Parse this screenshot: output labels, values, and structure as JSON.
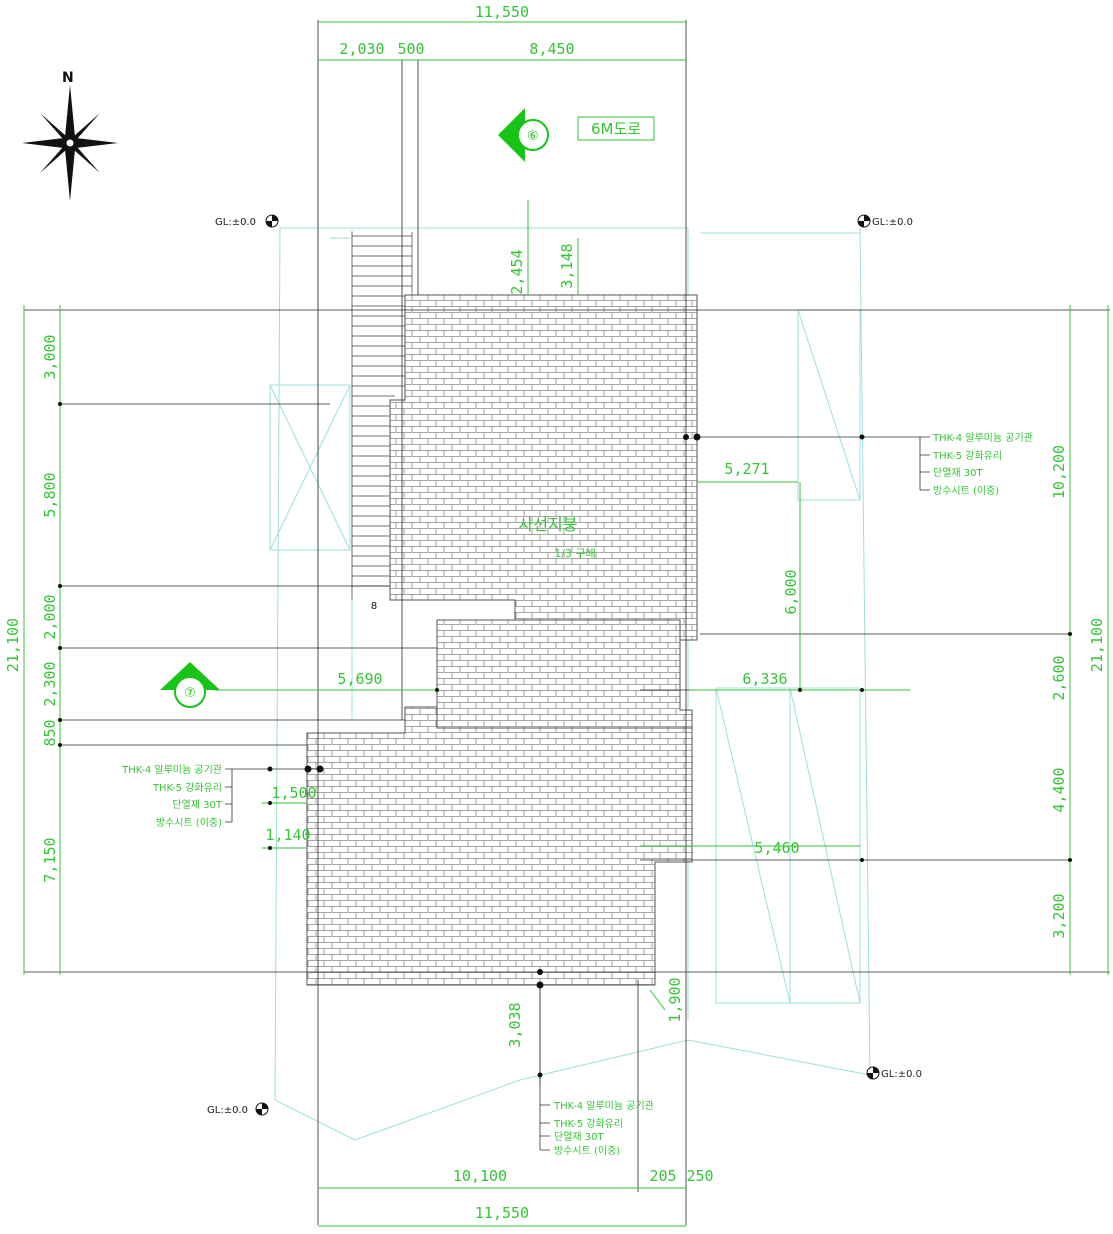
{
  "colors": {
    "dimension": "#35c535",
    "cyan_lines": "#9fdede",
    "roof_lines": "#7a7a7a",
    "ink": "#111111",
    "section_marker": "#18c418"
  },
  "top_dimensions": {
    "total": "11,550",
    "seg1": "2,030",
    "seg2": "500",
    "seg3": "8,450"
  },
  "bottom_dimensions": {
    "total": "11,550",
    "seg1": "10,100",
    "seg2": "205",
    "seg3": "250"
  },
  "left_dimensions": {
    "total": "21,100",
    "seg1": "3,000",
    "seg2": "5,800",
    "seg3": "2,000",
    "seg4": "2,300",
    "seg5": "850",
    "seg6": "7,150"
  },
  "right_dimensions": {
    "total": "21,100",
    "seg1": "10,200",
    "seg2": "2,600",
    "seg3": "4,400",
    "seg4": "3,200"
  },
  "inner_dimensions": {
    "d2454": "2,454",
    "d3148": "3,148",
    "d5271": "5,271",
    "d6000": "6,000",
    "d6336": "6,336",
    "d5690": "5,690",
    "d1500": "1,500",
    "d1140": "1,140",
    "d5460": "5,460",
    "d3038": "3,038",
    "d1900": "1,900"
  },
  "road_label": "6M도로",
  "section_markers": {
    "top": "⑥",
    "left": "⑦"
  },
  "ground_levels": {
    "top_left": "GL:±0.0",
    "top_right": "GL:±0.0",
    "bottom_right": "GL:±0.0",
    "bottom_left": "GL:±0.0"
  },
  "north_mark": "N",
  "roof_label": {
    "line1": "사선지붕",
    "line2": "1/3 구배"
  },
  "stair_mark": "8",
  "legend_lines": [
    "THK-4 알루미늄 공기관",
    "THK-5 강화유리",
    "단열재 30T",
    "방수시트 (이중)"
  ]
}
